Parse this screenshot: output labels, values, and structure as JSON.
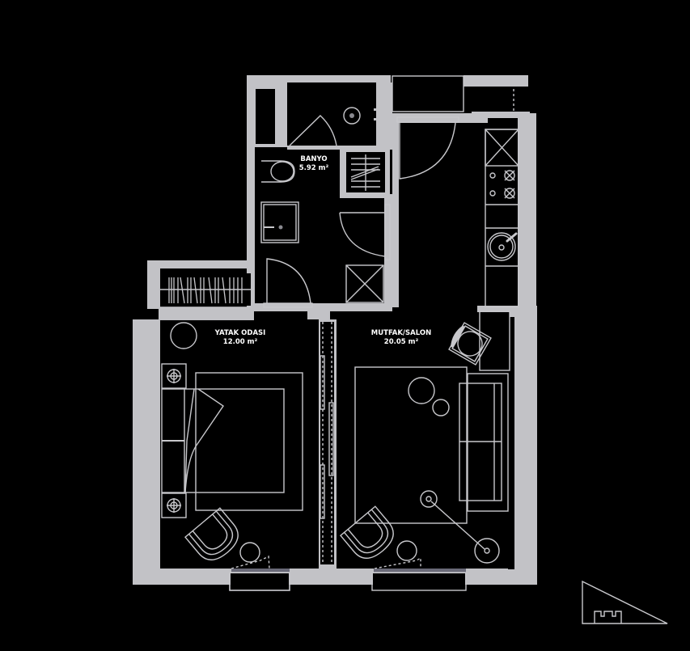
{
  "plan": {
    "background_color": "#000000",
    "wall_color": "#c2c2c6",
    "line_color": "#c8c8cc",
    "rooms": [
      {
        "id": "banyo",
        "name": "BANYO",
        "area": "5.92 m²"
      },
      {
        "id": "yatak",
        "name": "YATAK ODASI",
        "area": "12.00 m²"
      },
      {
        "id": "salon",
        "name": "MUTFAK/SALON",
        "area": "20.05 m²"
      }
    ],
    "icons": {
      "compass": "triangle-building-orientation-icon"
    }
  }
}
